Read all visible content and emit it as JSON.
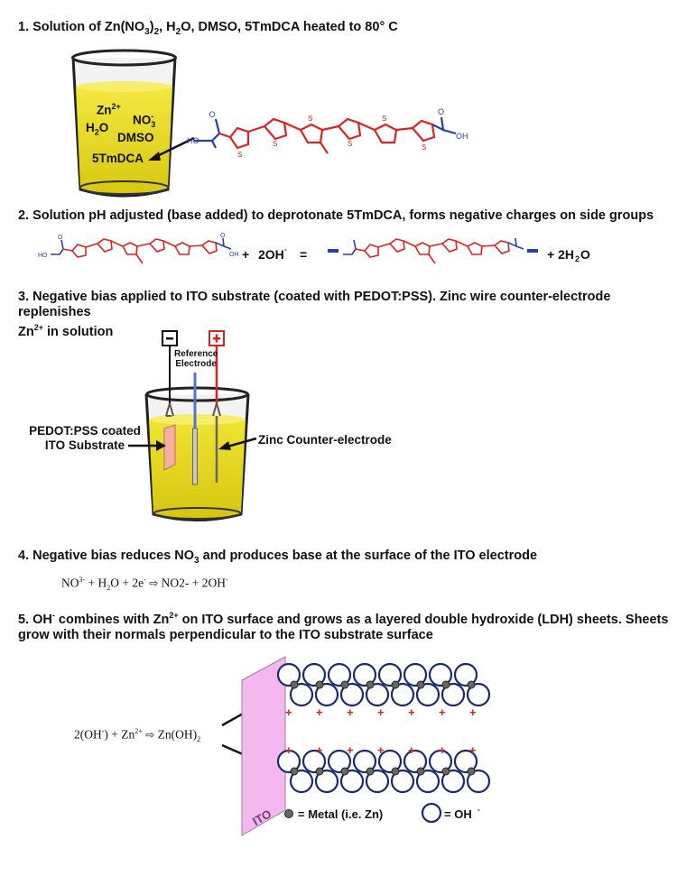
{
  "steps": [
    {
      "num": "1.",
      "a": "Solution of Zn(NO",
      "s1": "3",
      "b": ")",
      "s2": "2",
      "c": ", H",
      "s3": "2",
      "d": "O, DMSO, 5TmDCA heated to 80°  C"
    },
    {
      "num": "2.",
      "text": "Solution pH adjusted (base added) to deprotonate 5TmDCA, forms negative charges on side groups"
    },
    {
      "num": "3.",
      "line1": "Negative bias applied to ITO substrate (coated with PEDOT:PSS). Zinc wire counter-electrode replenishes",
      "a": "Zn",
      "sup": "2+",
      "b": " in solution"
    },
    {
      "num": "4.",
      "a": "Negative bias reduces NO",
      "sub": "3",
      "b": " and produces base at the surface of the ITO electrode"
    },
    {
      "num": "5.",
      "a": "OH",
      "sup1": "-",
      "b": " combines with Zn",
      "sup2": "2+",
      "c": " on ITO surface and grows as a layered double hydroxide (LDH) sheets.  Sheets",
      "line2": "grow with their normals perpendicular to the ITO substrate surface"
    }
  ],
  "beaker1": {
    "zn": "Zn",
    "zn_sup": "2+",
    "no": "NO",
    "no_sub": "3",
    "no_sup": "-",
    "h": "H",
    "h_sub": "2",
    "h_o": "O",
    "dmso": "DMSO",
    "mol": "5TmDCA"
  },
  "molecule": {
    "left_o": "O",
    "left_ho": "HO",
    "left_s": "S",
    "right_o": "O",
    "right_oh": "OH",
    "s": "S"
  },
  "eq2": {
    "plus": "+",
    "oh": "2OH",
    "oh_sup": "-",
    "eq": "=",
    "minus": "−",
    "h2o_pre": "+ 2H",
    "h2o_sub": "2",
    "h2o_post": "O"
  },
  "cell": {
    "neg": "−",
    "pos": "+",
    "ref1": "Reference",
    "ref2": "Electrode",
    "pedot1": "PEDOT:PSS coated",
    "pedot2": "ITO Substrate",
    "zinc": "Zinc Counter-electrode"
  },
  "eq4": {
    "a": "NO",
    "sup": "3-",
    "b": " + H",
    "sub": "2",
    "c": "O + 2e",
    "sup2": "-",
    "arrow": "⇨",
    "d": " NO2- + 2OH",
    "sup3": "-"
  },
  "eq5": {
    "a": "2(OH",
    "sup": "-",
    "b": ") + Zn",
    "sup2": "2+",
    "arrow": "⇨",
    "c": " Zn(OH)",
    "sub": "2"
  },
  "ldh": {
    "ito": "ITO",
    "metal_legend": "= Metal (i.e. Zn)",
    "oh_legend": "= OH",
    "oh_sup": "-",
    "plus": "+"
  },
  "colors": {
    "yellow": "#e9dc1f",
    "red": "#dd2222",
    "blue": "#2a3ea8",
    "pink": "#f5b8ee",
    "navy": "#1a2a6e"
  }
}
